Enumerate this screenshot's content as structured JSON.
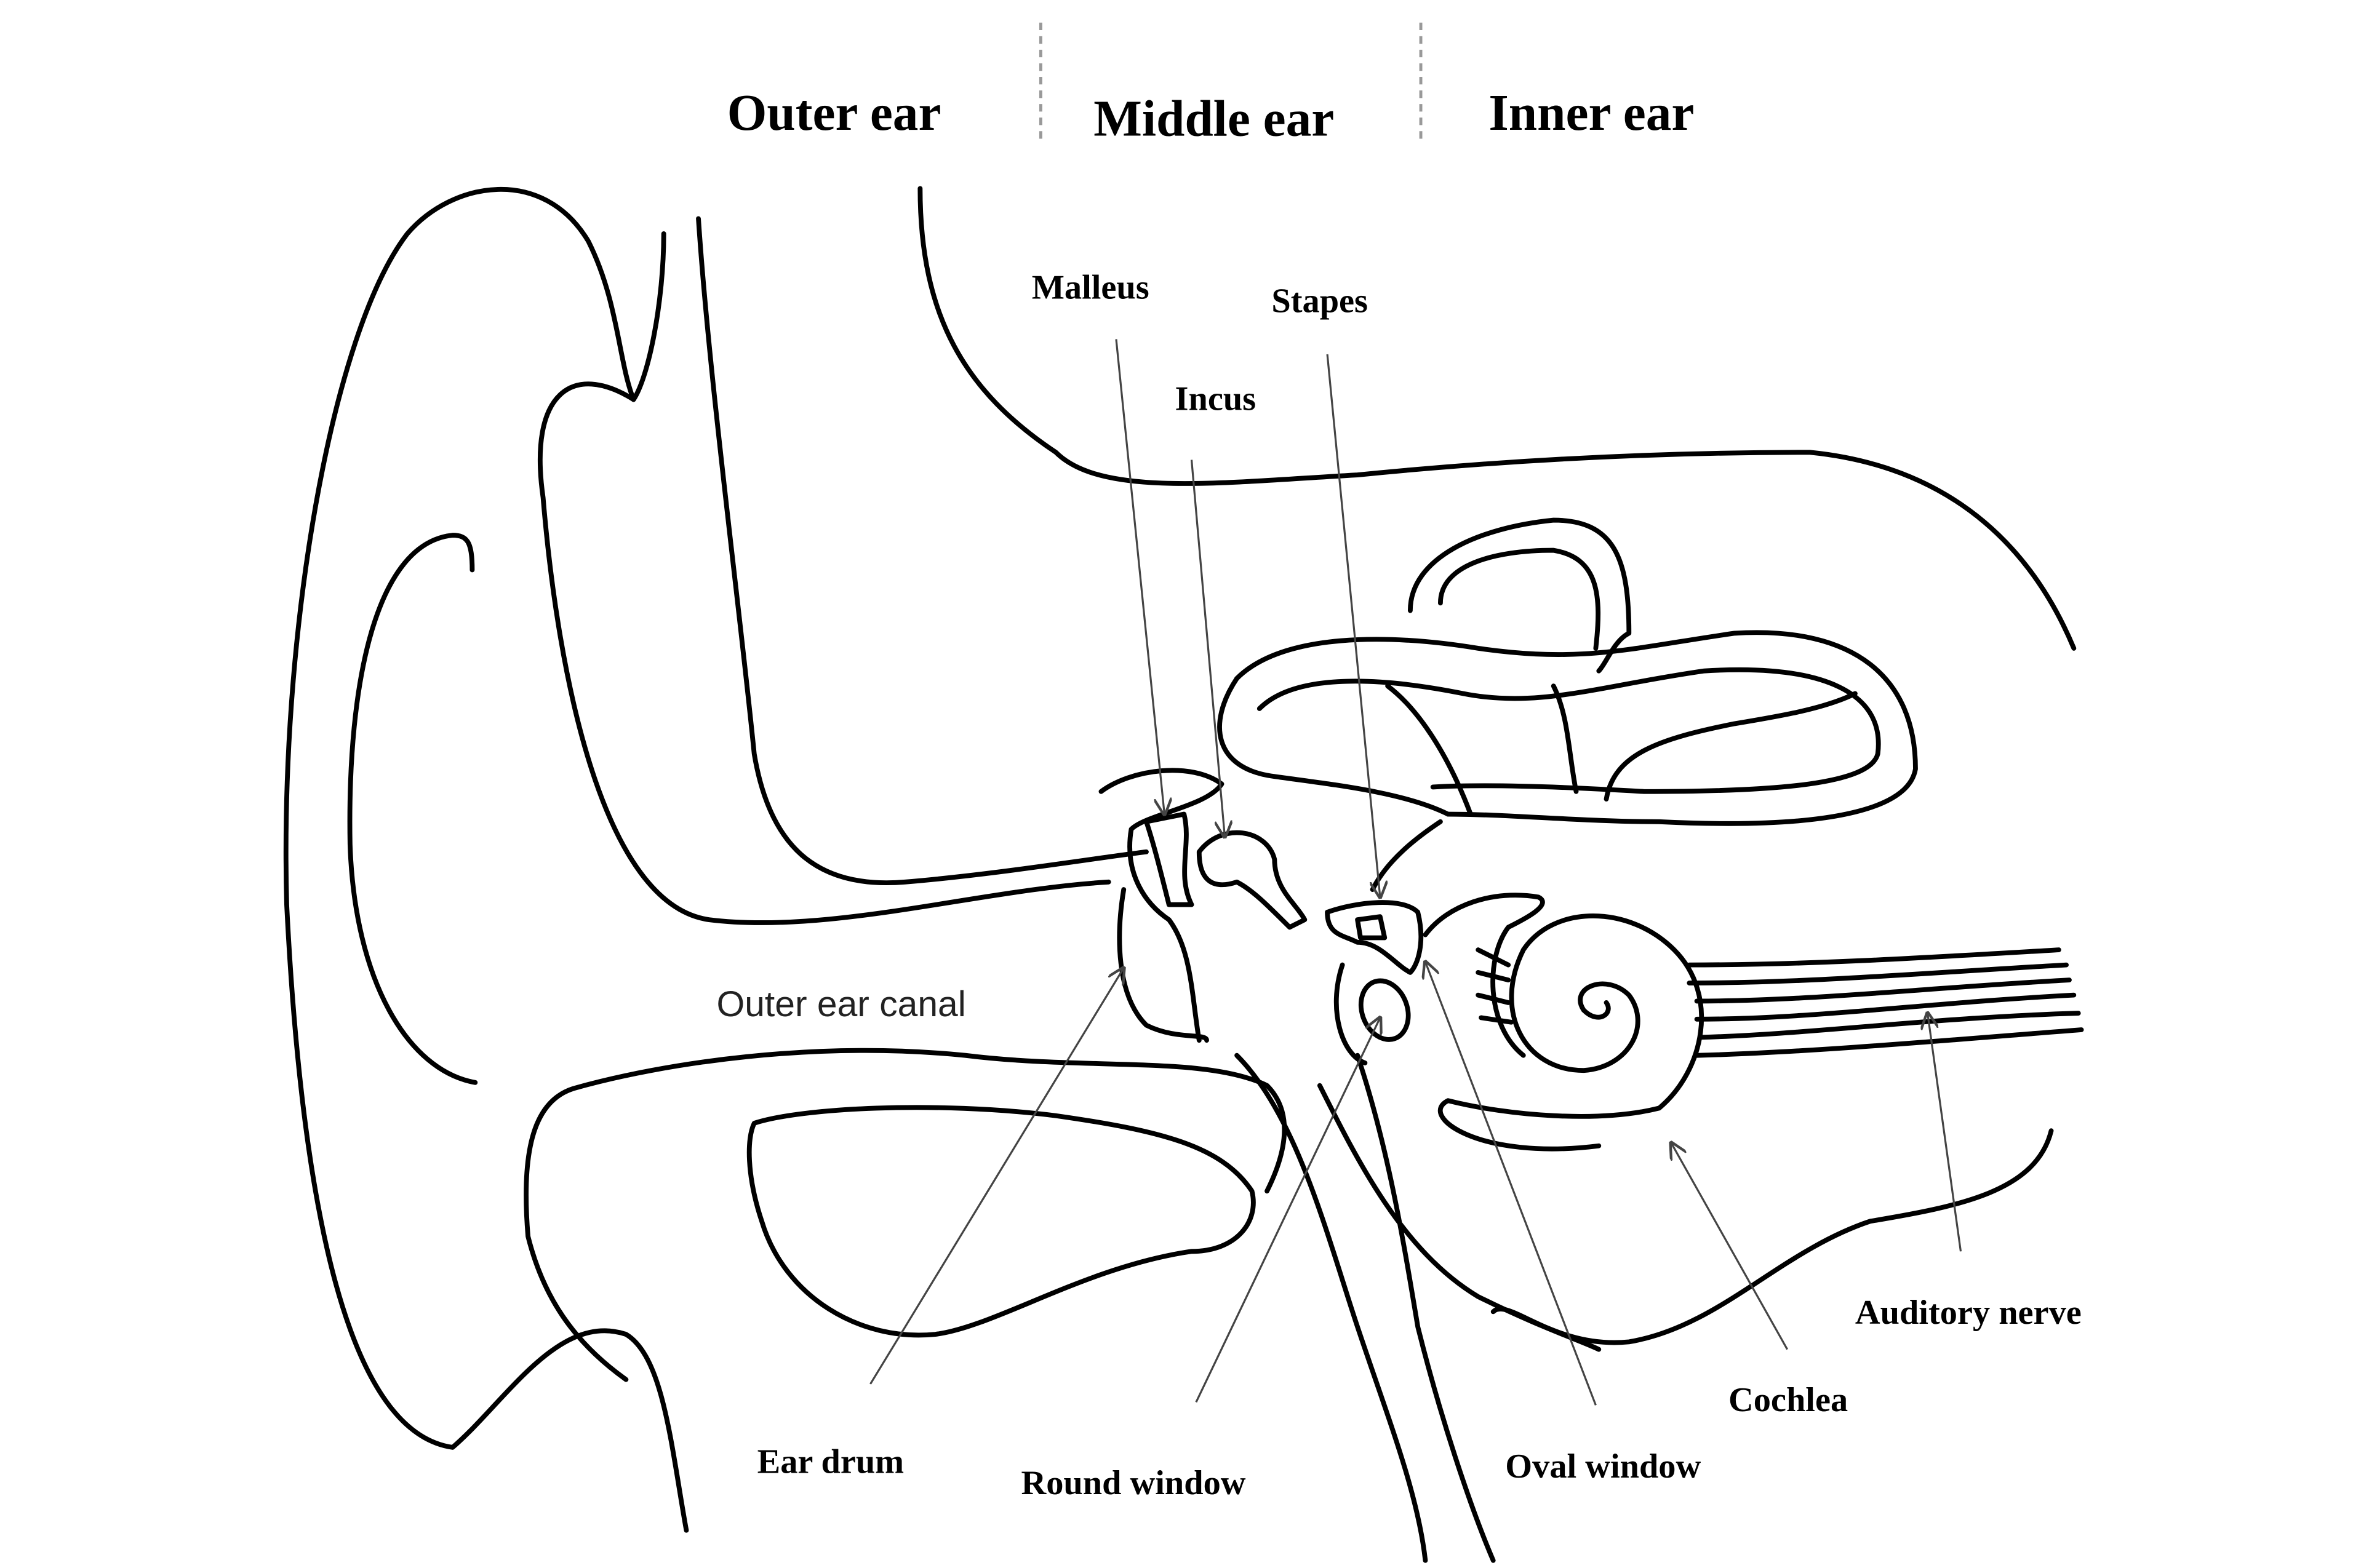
{
  "sections": {
    "outer": "Outer ear",
    "middle": "Middle ear",
    "inner": "Inner ear"
  },
  "labels": {
    "malleus": "Malleus",
    "stapes": "Stapes",
    "incus": "Incus",
    "outer_ear_canal": "Outer ear canal",
    "ear_drum": "Ear drum",
    "round_window": "Round window",
    "oval_window": "Oval window",
    "cochlea": "Cochlea",
    "auditory_nerve": "Auditory nerve"
  }
}
